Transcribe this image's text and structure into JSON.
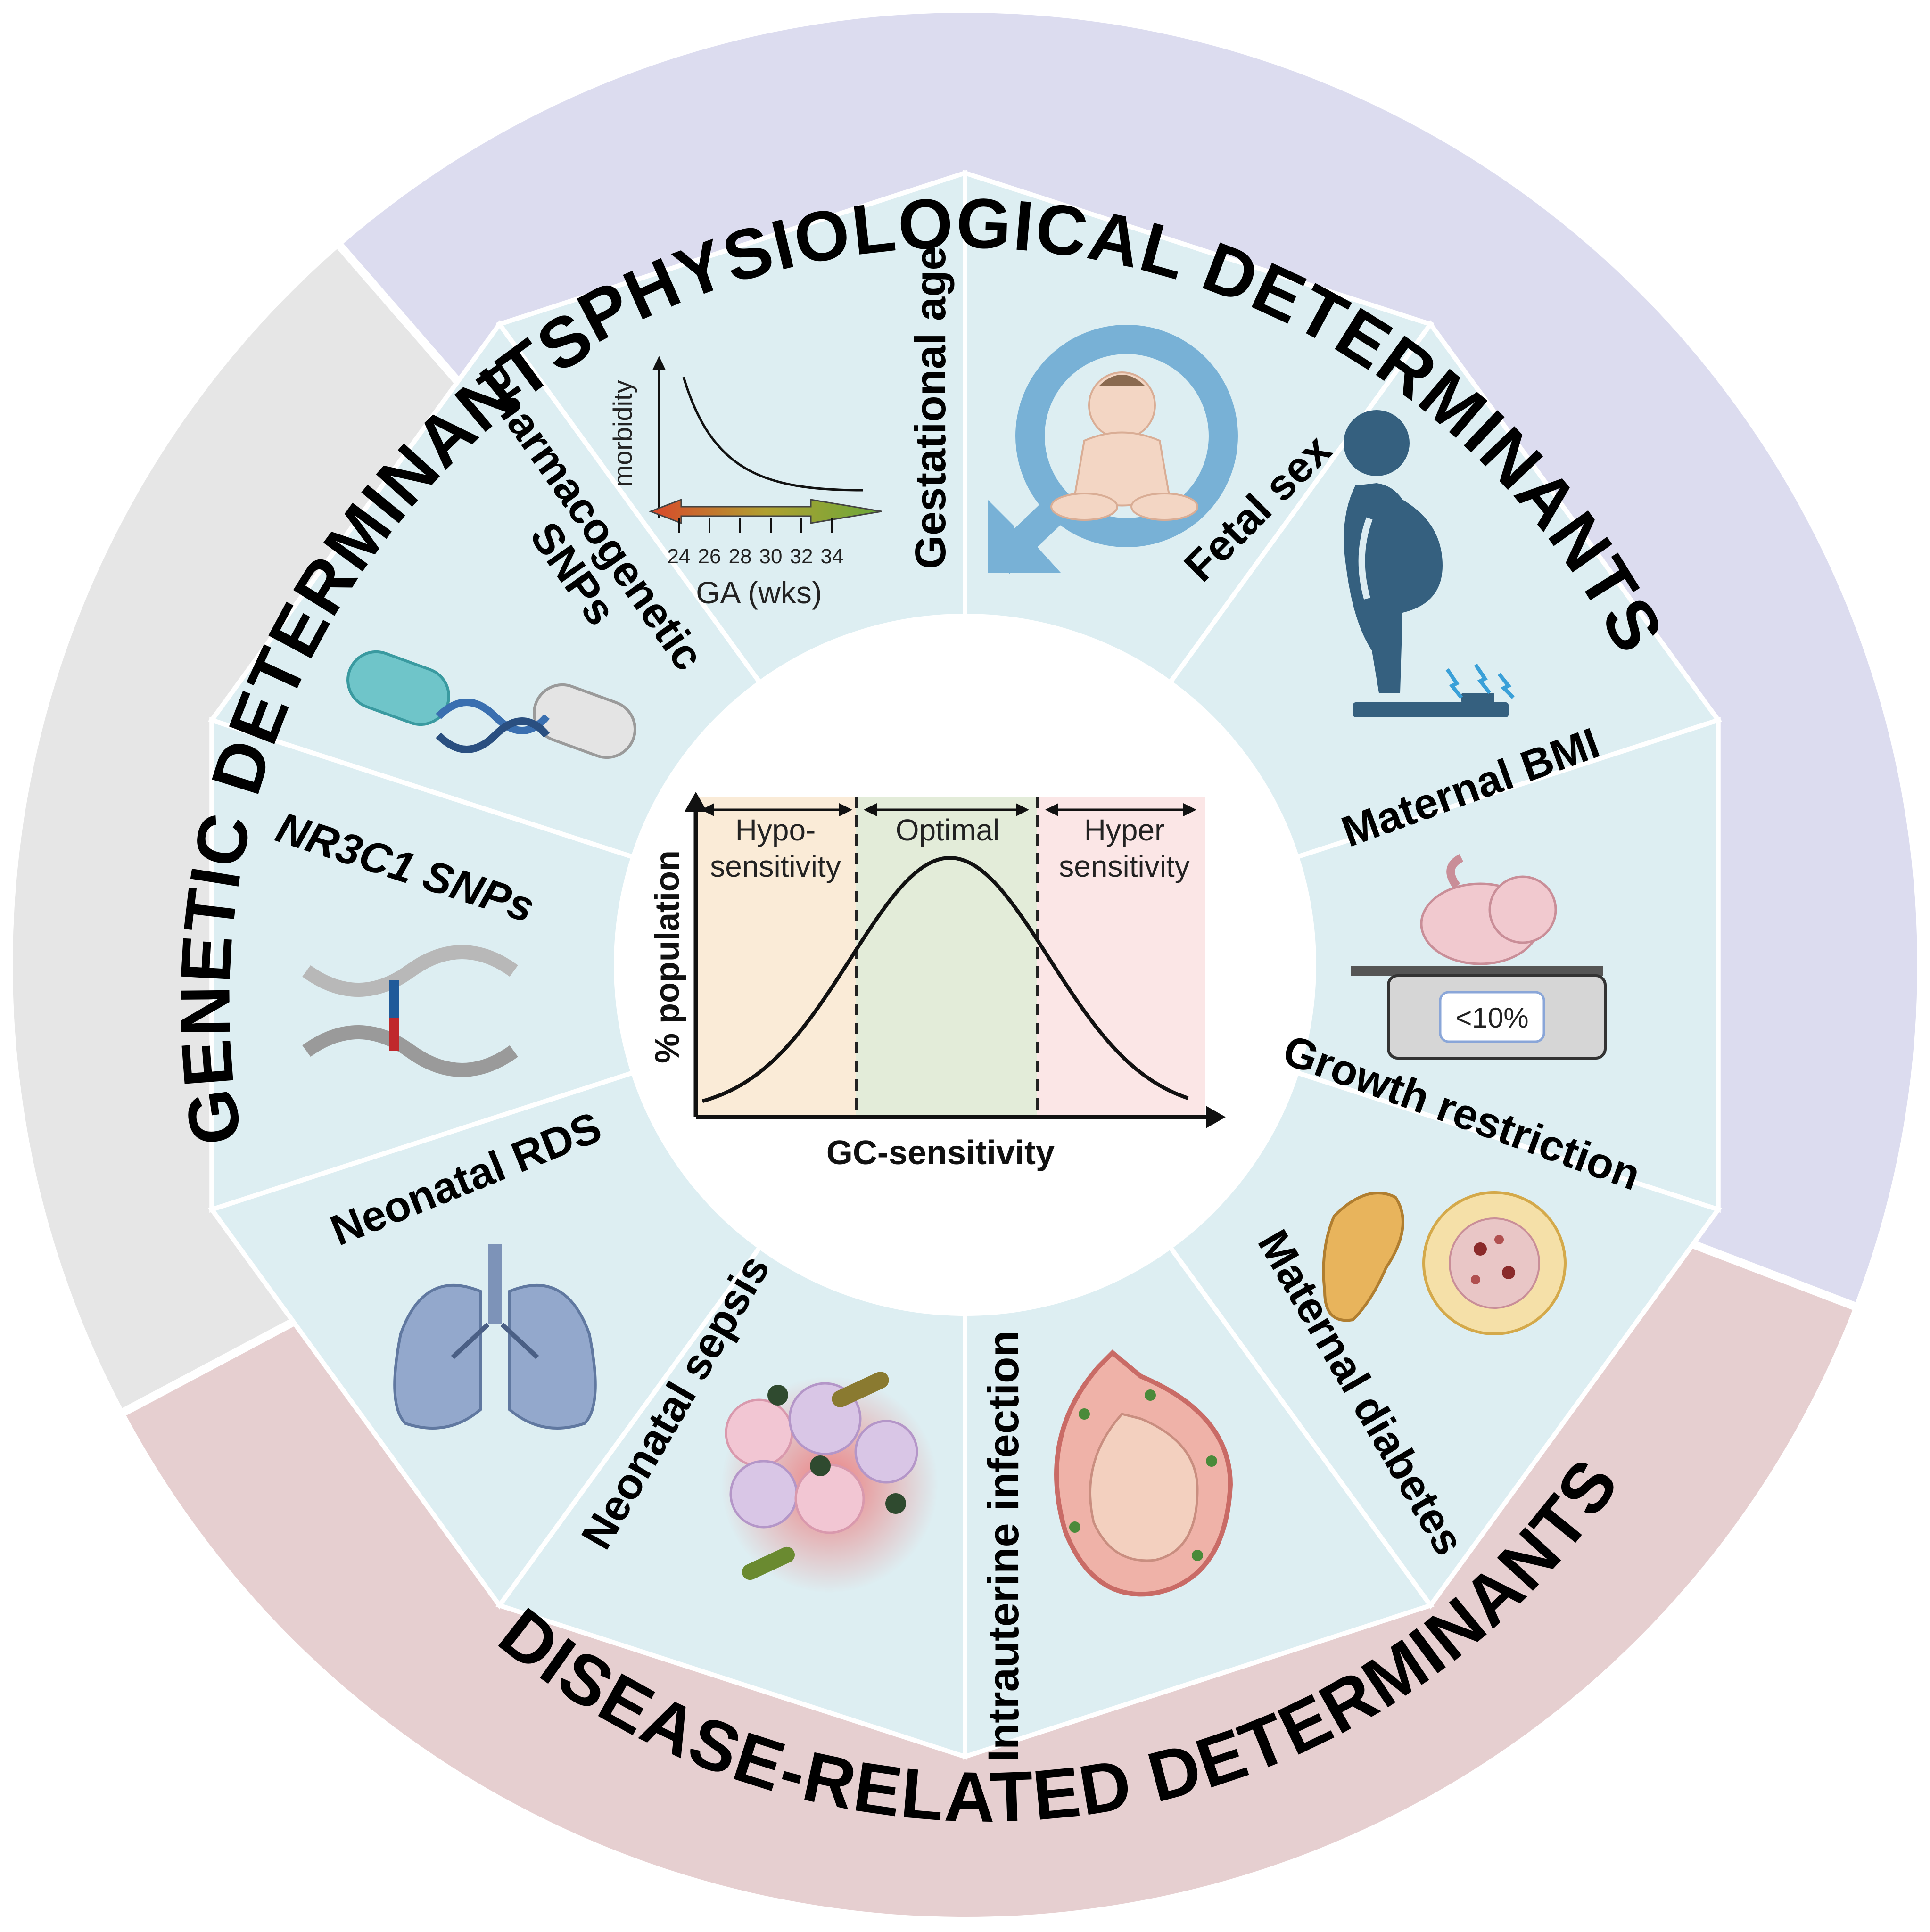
{
  "colors": {
    "physiological": "#dcdcef",
    "genetic": "#e6e6e6",
    "disease": "#e6cfd0",
    "segment": "#ddeef2",
    "hypo_zone": "#faebd7",
    "optimal_zone": "#e3ecd9",
    "hyper_zone": "#fbe6e6"
  },
  "ring": {
    "physiological": "PHYSIOLOGICAL DETERMINANTS",
    "genetic": "GENETIC DETERMINANTS",
    "disease": "DISEASE-RELATED DETERMINANTS"
  },
  "segments": {
    "gestational_age": "Gestational age",
    "fetal_sex": "Fetal sex",
    "maternal_bmi": "Maternal BMI",
    "growth_restriction": "Growth restriction",
    "maternal_diabetes": "Maternal diabetes",
    "intrauterine_infection": "Intrauterine infection",
    "neonatal_sepsis": "Neonatal sepsis",
    "neonatal_rds": "Neonatal RDS",
    "nr3c1_snps": "NR3C1 SNPs",
    "pharmacogenetic_line1": "Pharmacogenetic",
    "pharmacogenetic_line2": "SNPs"
  },
  "ga_chart": {
    "ylabel": "morbidity",
    "xlabel": "GA (wks)",
    "ticks": [
      "24",
      "26",
      "28",
      "30",
      "32",
      "34"
    ]
  },
  "growth_scale_label": "<10%",
  "center_chart": {
    "ylabel": "% population",
    "xlabel": "GC-sensitivity",
    "zones": {
      "hypo_line1": "Hypo-",
      "hypo_line2": "sensitivity",
      "optimal": "Optimal",
      "hyper_line1": "Hyper",
      "hyper_line2": "sensitivity"
    }
  },
  "icons": {
    "gestational_age": "morbidity-curve-icon",
    "fetal_sex": "male-symbol-baby-icon",
    "maternal_bmi": "pregnant-woman-scale-icon",
    "growth_restriction": "fetus-on-scale-icon",
    "maternal_diabetes": "pancreas-islet-icon",
    "intrauterine_infection": "infected-uterus-icon",
    "neonatal_sepsis": "blood-cells-bacteria-icon",
    "neonatal_rds": "lungs-icon",
    "nr3c1_snps": "dna-mutation-icon",
    "pharmacogenetic_snps": "capsule-dna-icon"
  }
}
